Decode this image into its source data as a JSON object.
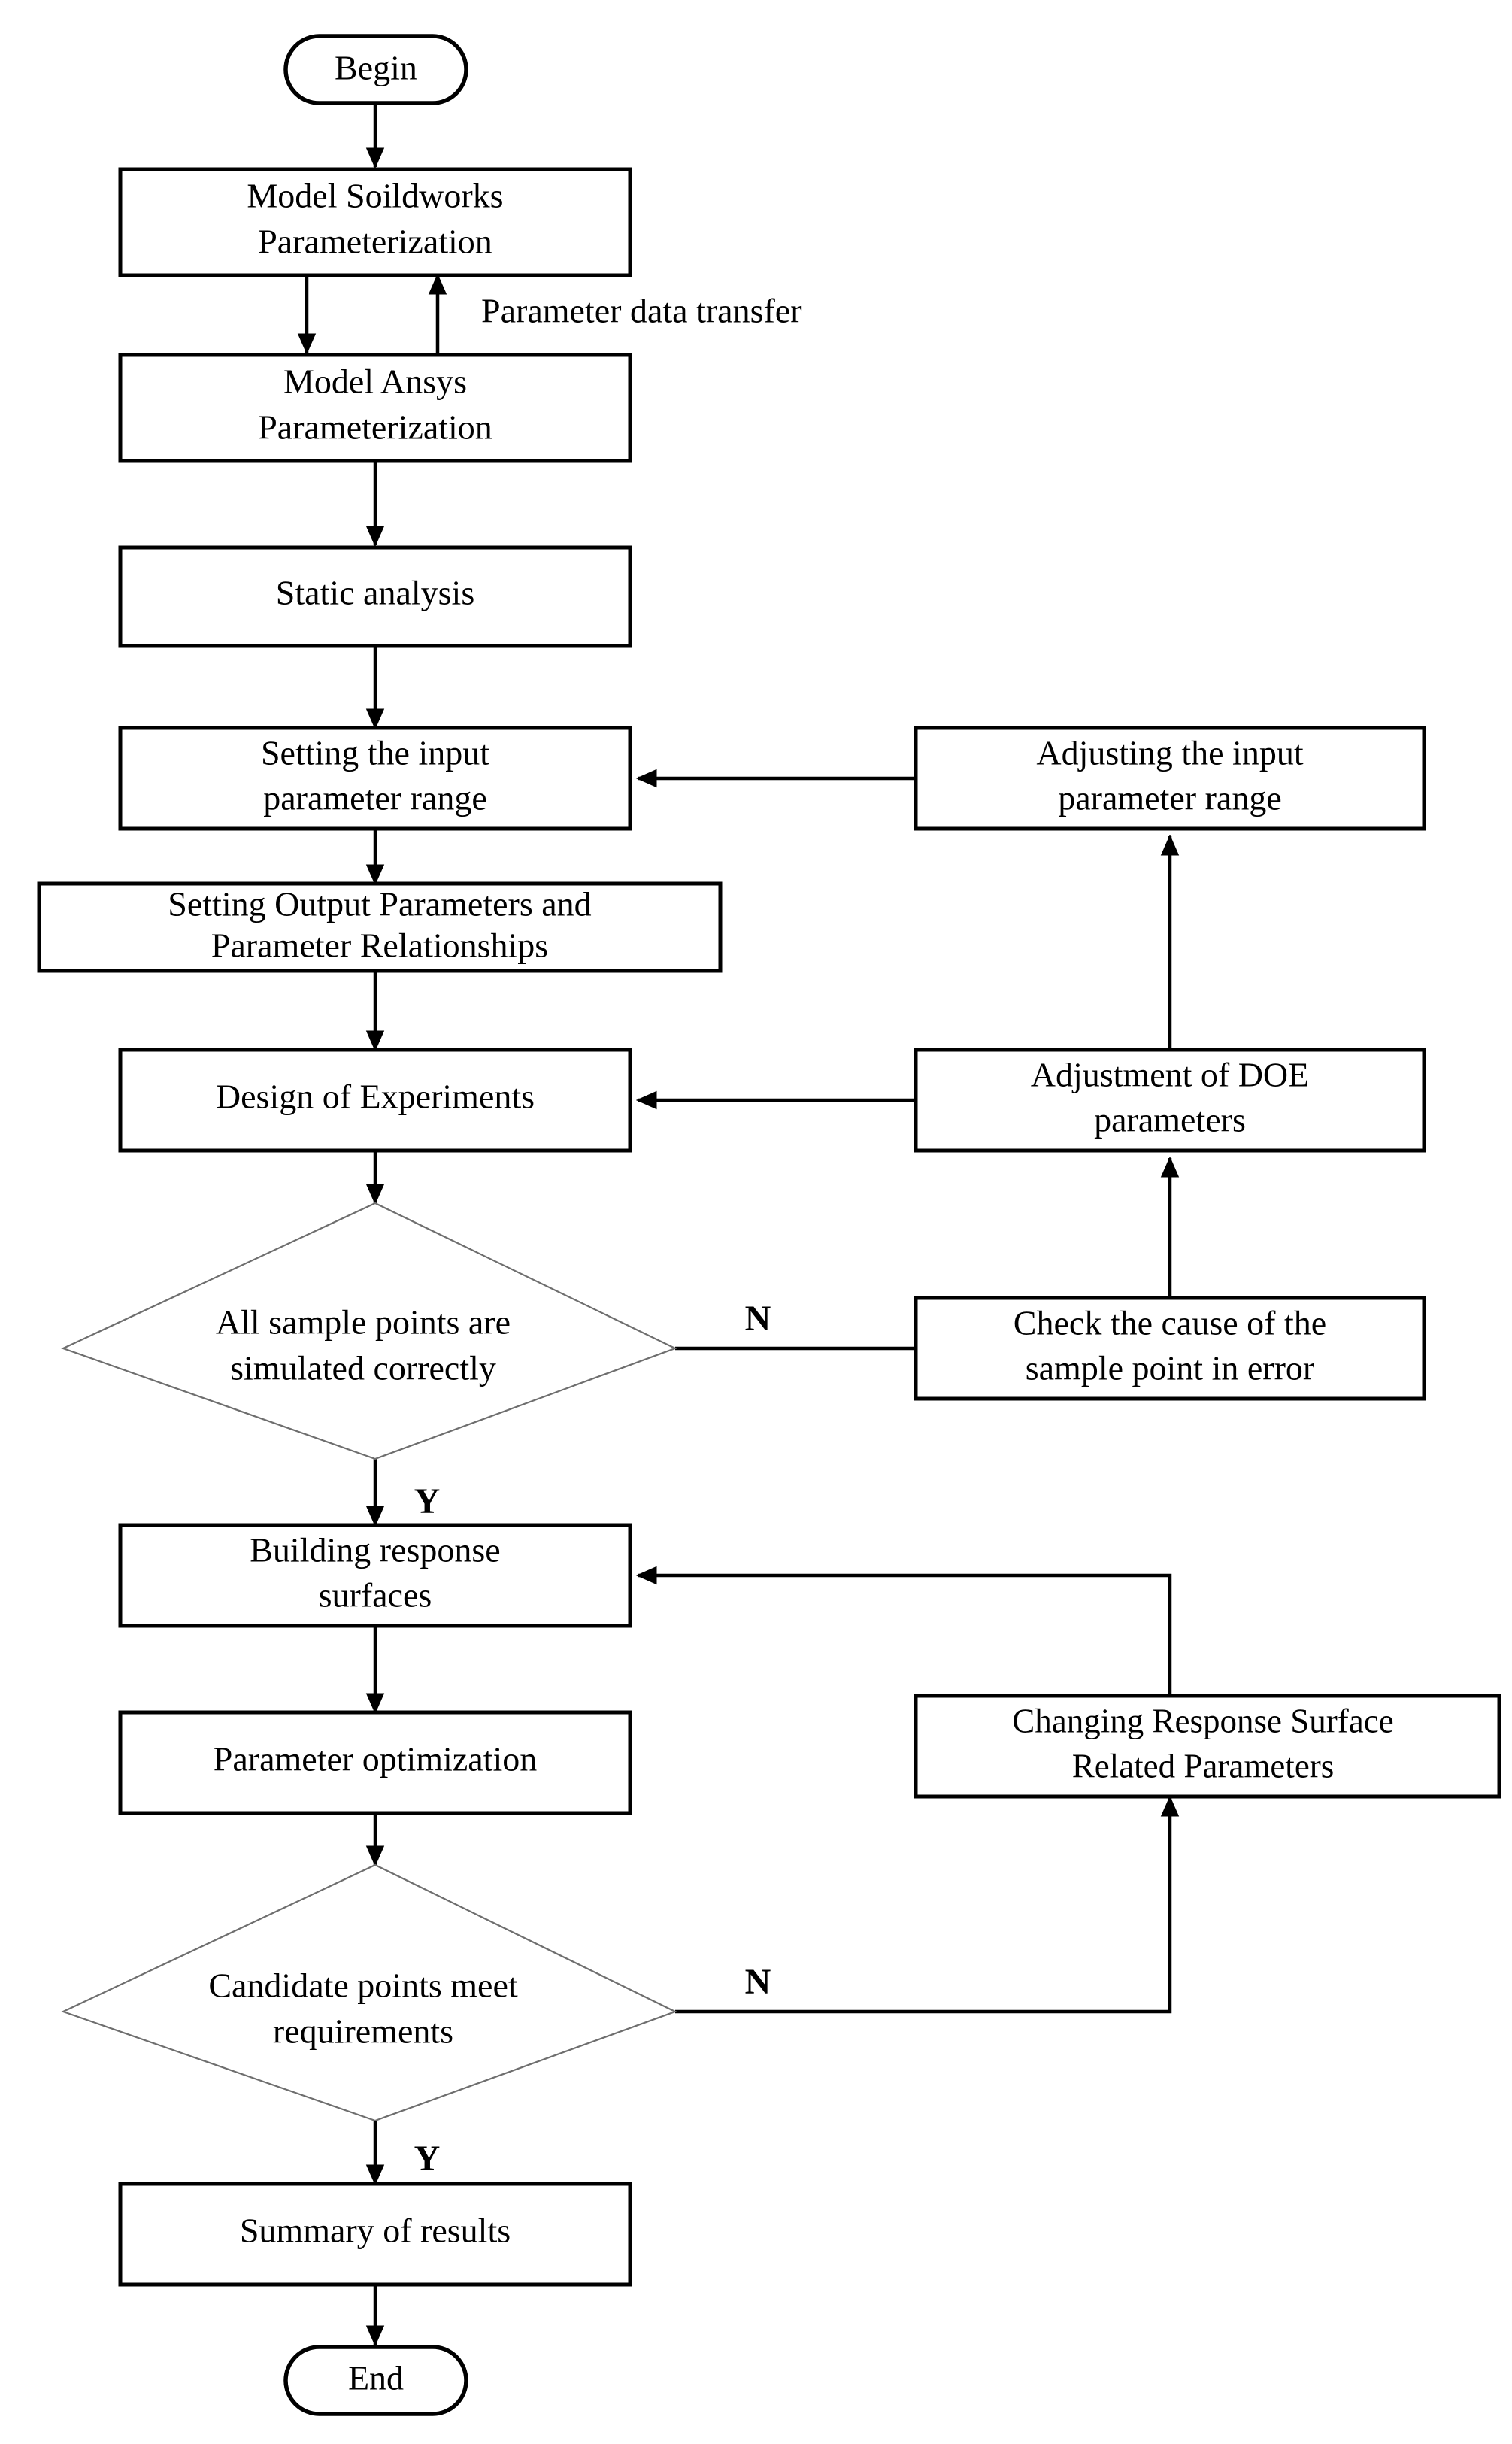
{
  "diagram": {
    "type": "flowchart",
    "title": "Parametric optimization workflow flowchart",
    "orientation": "vertical",
    "colors": {
      "background": "#ffffff",
      "node_stroke": "#000000",
      "decision_stroke": "#6e6e6e",
      "connector": "#000000",
      "text": "#000000"
    },
    "nodes": {
      "begin": {
        "label": "Begin",
        "shape": "terminator"
      },
      "model_solidworks": {
        "line1": "Model Soildworks",
        "line2": "Parameterization",
        "shape": "process"
      },
      "model_ansys": {
        "line1": "Model Ansys",
        "line2": "Parameterization",
        "shape": "process"
      },
      "static_analysis": {
        "line1": "Static analysis",
        "shape": "process"
      },
      "setting_input_range": {
        "line1": "Setting the input",
        "line2": "parameter range",
        "shape": "process"
      },
      "setting_output_params": {
        "line1": "Setting Output Parameters and",
        "line2": "Parameter Relationships",
        "shape": "process"
      },
      "design_of_experiments": {
        "line1": "Design of Experiments",
        "shape": "process"
      },
      "all_samples_ok": {
        "line1": "All sample points are",
        "line2": "simulated correctly",
        "shape": "decision"
      },
      "building_response_surfaces": {
        "line1": "Building response",
        "line2": "surfaces",
        "shape": "process"
      },
      "parameter_optimization": {
        "line1": "Parameter optimization",
        "shape": "process"
      },
      "candidate_points_ok": {
        "line1": "Candidate points meet",
        "line2": "requirements",
        "shape": "decision"
      },
      "summary_of_results": {
        "line1": "Summary of results",
        "shape": "process"
      },
      "end": {
        "label": "End",
        "shape": "terminator"
      },
      "adjusting_input_range": {
        "line1": "Adjusting the input",
        "line2": "parameter range",
        "shape": "process"
      },
      "adjustment_of_doe": {
        "line1": "Adjustment of DOE",
        "line2": "parameters",
        "shape": "process"
      },
      "check_cause_error": {
        "line1": "Check the cause of the",
        "line2": "sample point in error",
        "shape": "process"
      },
      "changing_response_surface": {
        "line1": "Changing Response Surface",
        "line2": "Related Parameters",
        "shape": "process"
      }
    },
    "edge_labels": {
      "parameter_data_transfer": "Parameter data transfer",
      "samples_no": "N",
      "samples_yes": "Y",
      "candidates_no": "N",
      "candidates_yes": "Y"
    }
  }
}
